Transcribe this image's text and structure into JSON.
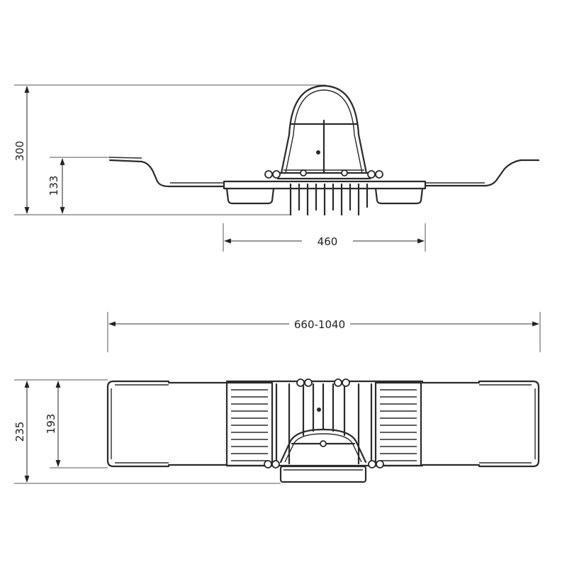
{
  "dimensions": {
    "height_total": "300",
    "height_rest": "133",
    "width_center": "460",
    "length_range": "660-1040",
    "depth_total": "235",
    "depth_frame": "193"
  },
  "line_color": "#2a2a2a",
  "background": "#ffffff"
}
